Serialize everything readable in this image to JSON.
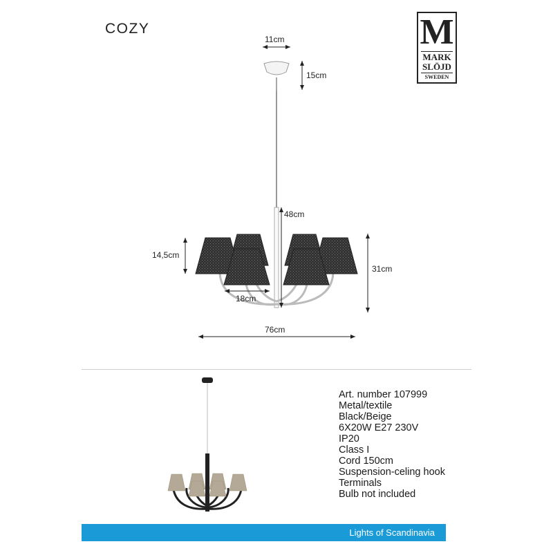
{
  "product": {
    "title": "COZY"
  },
  "logo": {
    "letter": "M",
    "line1": "MARK",
    "line2": "SLÖJD",
    "line3": "SWEDEN"
  },
  "dimensions": {
    "canopy_width": "11cm",
    "canopy_height": "15cm",
    "rod_height": "48cm",
    "shade_height": "14,5cm",
    "total_height": "31cm",
    "shade_width": "18cm",
    "total_width": "76cm"
  },
  "specs": [
    "Art. number 107999",
    "Metal/textile",
    "Black/Beige",
    "6X20W E27 230V",
    "IP20",
    "Class I",
    "Cord 150cm",
    "Suspension-celing hook",
    "Terminals",
    "Bulb not included"
  ],
  "footer": {
    "text": "Lights of Scandinavia",
    "color": "#1a9bd8"
  }
}
